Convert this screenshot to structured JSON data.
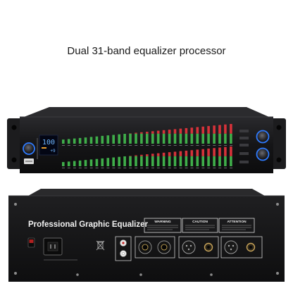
{
  "headline": "Dual 31-band equalizer processor",
  "front": {
    "display_readout": "100",
    "display_sub": "+9"
  },
  "rear": {
    "title": "Professional Graphic Equalizer",
    "warning_label": "WARNING",
    "caution_label": "CAUTION",
    "attention_label": "ATTENTION"
  },
  "colors": {
    "chassis": "#1b1b1d",
    "led_green": "#3fae4a",
    "led_red": "#d6323a",
    "led_blue": "#2f7bff"
  }
}
